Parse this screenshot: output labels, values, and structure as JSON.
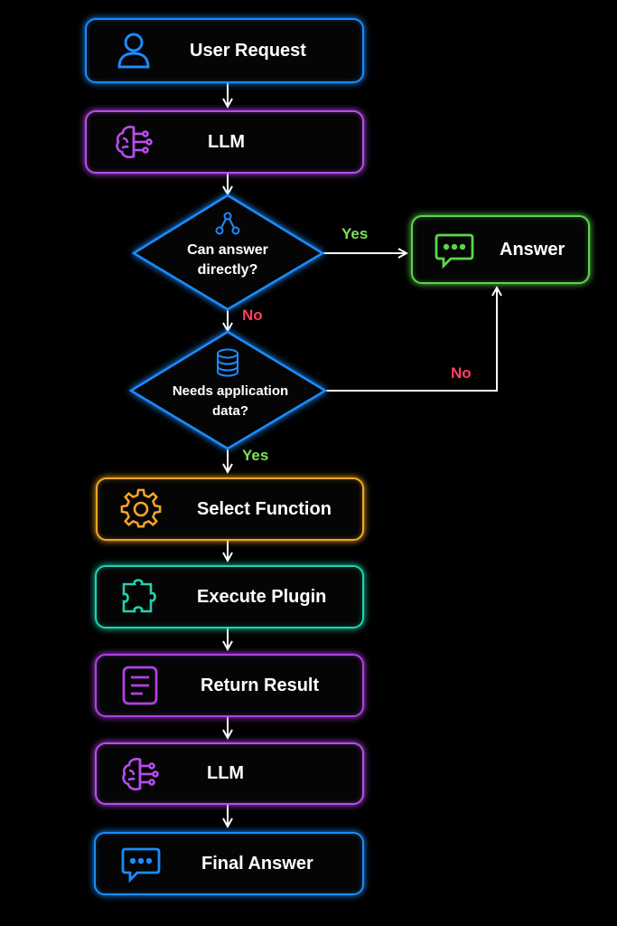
{
  "colors": {
    "background": "#000000",
    "blue": "#1a8cff",
    "purple": "#b84cf0",
    "green": "#5ad64a",
    "orange": "#f5a623",
    "teal": "#1fd3b0",
    "violet": "#b040e6",
    "yes": "#7ee05a",
    "no": "#ff3d5e",
    "arrow": "#ffffff"
  },
  "nodes": {
    "user_request": {
      "label": "User Request",
      "icon": "user-icon"
    },
    "llm_first": {
      "label": "LLM",
      "icon": "brain-icon"
    },
    "can_answer": {
      "label": "Can answer directly?",
      "icon": "network-nodes-icon"
    },
    "answer": {
      "label": "Answer",
      "icon": "chat-bubble-icon"
    },
    "needs_data": {
      "label": "Needs application data?",
      "icon": "database-icon"
    },
    "select_function": {
      "label": "Select Function",
      "icon": "gear-icon"
    },
    "execute_plugin": {
      "label": "Execute Plugin",
      "icon": "puzzle-icon"
    },
    "return_result": {
      "label": "Return Result",
      "icon": "document-icon"
    },
    "llm_second": {
      "label": "LLM",
      "icon": "brain-icon"
    },
    "final_answer": {
      "label": "Final Answer",
      "icon": "chat-bubble-icon"
    }
  },
  "edges": {
    "can_answer_yes": "Yes",
    "can_answer_no": "No",
    "needs_data_no": "No",
    "needs_data_yes": "Yes"
  },
  "diamond_lines": {
    "can_answer": [
      "Can answer",
      "directly?"
    ],
    "needs_data": [
      "Needs application",
      "data?"
    ]
  }
}
